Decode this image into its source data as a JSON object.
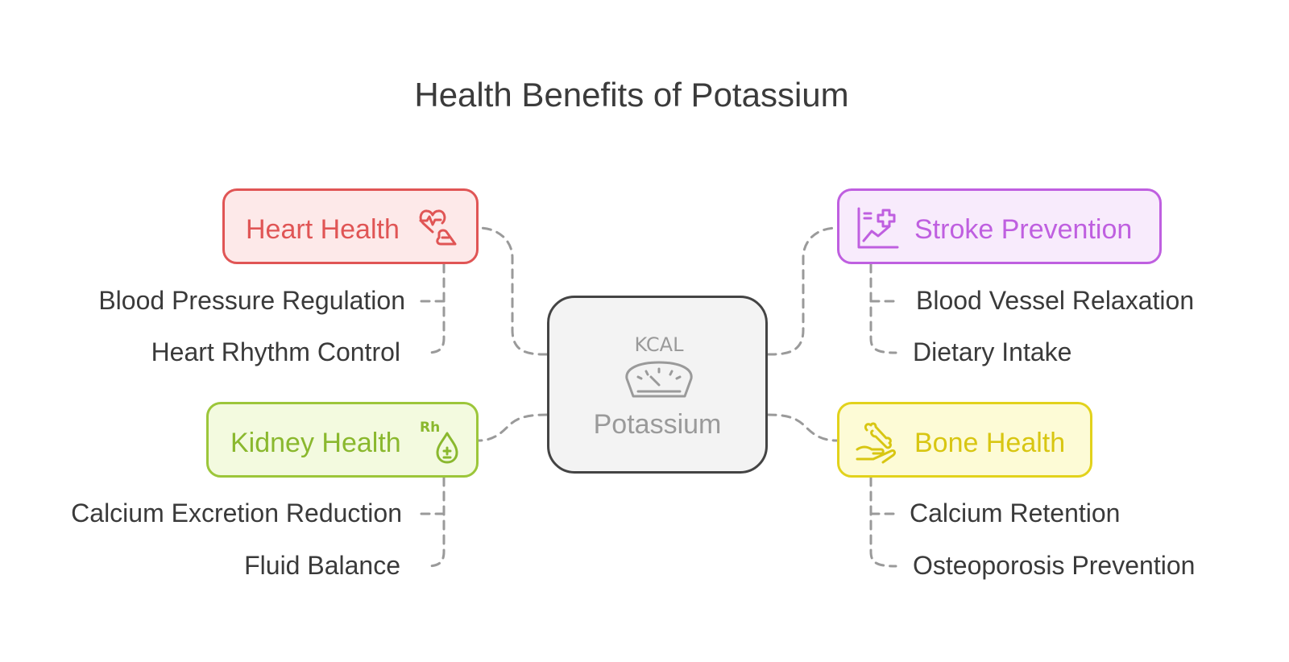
{
  "title": "Health Benefits of Potassium",
  "center": {
    "label": "Potassium",
    "icon": "kcal-scale-icon",
    "icon_text": "KCAL"
  },
  "branches": [
    {
      "label": "Heart Health",
      "icon": "heart-pulse-hand-icon",
      "color": "#e05555",
      "items": [
        "Blood Pressure Regulation",
        "Heart Rhythm Control"
      ]
    },
    {
      "label": "Stroke Prevention",
      "icon": "health-chart-plus-icon",
      "color": "#bf5fe0",
      "items": [
        "Blood Vessel Relaxation",
        "Dietary Intake"
      ]
    },
    {
      "label": "Kidney Health",
      "icon": "rh-blood-drop-icon",
      "icon_text": "Rh",
      "color": "#8ab82e",
      "items": [
        "Calcium Excretion Reduction",
        "Fluid Balance"
      ]
    },
    {
      "label": "Bone Health",
      "icon": "bone-in-hand-icon",
      "color": "#d8c612",
      "items": [
        "Calcium Retention",
        "Osteoporosis Prevention"
      ]
    }
  ],
  "colors": {
    "connector": "#9a9a9a",
    "title": "#3b3b3b",
    "leaf_text": "#3a3a3a"
  }
}
